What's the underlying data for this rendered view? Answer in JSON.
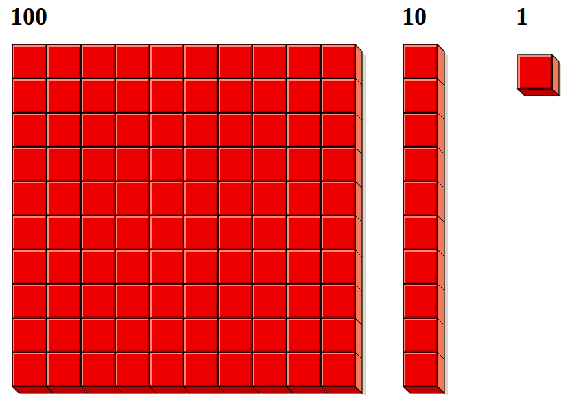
{
  "diagram": {
    "labels": [
      "100",
      "10",
      "1"
    ]
  }
}
